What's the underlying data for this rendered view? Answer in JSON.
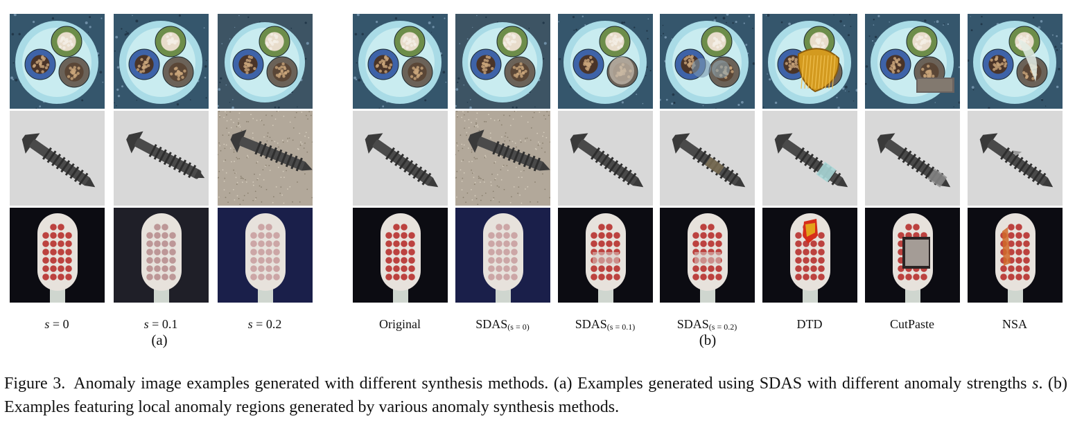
{
  "panel_a": {
    "sublabel": "(a)",
    "columns": [
      {
        "symbol": "s",
        "rest": " = 0"
      },
      {
        "symbol": "s",
        "rest": " = 0.1"
      },
      {
        "symbol": "s",
        "rest": " = 0.2"
      }
    ]
  },
  "panel_b": {
    "sublabel": "(b)",
    "columns": [
      {
        "main": "Original",
        "sub": ""
      },
      {
        "main": "SDAS",
        "sub": "(s = 0)"
      },
      {
        "main": "SDAS",
        "sub": "(s = 0.1)"
      },
      {
        "main": "SDAS",
        "sub": "(s = 0.2)"
      },
      {
        "main": "DTD",
        "sub": ""
      },
      {
        "main": "CutPaste",
        "sub": ""
      },
      {
        "main": "NSA",
        "sub": ""
      }
    ]
  },
  "rows": [
    "cable",
    "screw",
    "toothbrush"
  ],
  "caption": {
    "label": "Figure 3.",
    "text_1": "Anomaly image examples generated with different synthesis methods.  (a) Examples generated using SDAS with different anomaly strengths ",
    "symbol": "s",
    "text_2": ". (b) Examples featuring local anomaly regions generated by various anomaly synthesis methods."
  }
}
